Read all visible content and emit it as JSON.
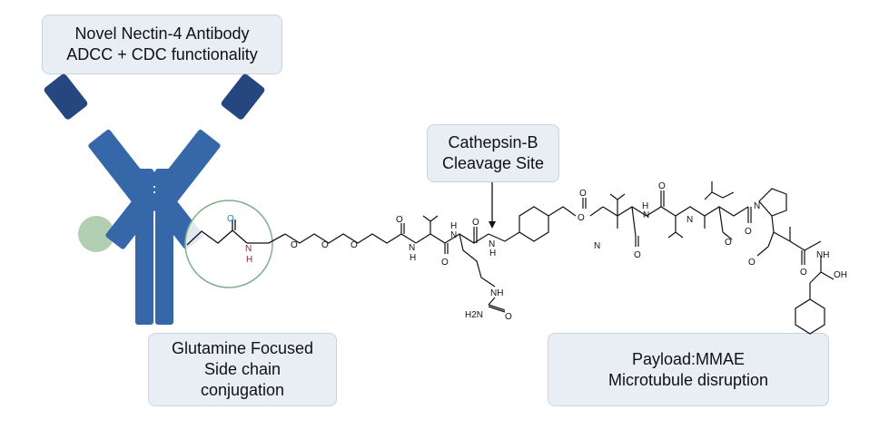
{
  "callouts": {
    "antibody": {
      "line1": "Novel Nectin-4 Antibody",
      "line2": "ADCC + CDC functionality"
    },
    "cathepsin": {
      "line1": "Cathepsin-B",
      "line2": "Cleavage Site"
    },
    "glutamine": {
      "line1": "Glutamine Focused",
      "line2": "Side chain",
      "line3": "conjugation"
    },
    "payload": {
      "line1": "Payload:MMAE",
      "line2": "Microtubule disruption"
    }
  },
  "atoms": {
    "o": "O",
    "n": "N",
    "h": "H",
    "nh": "NH",
    "oh": "OH",
    "h2n": "H2N"
  },
  "colors": {
    "antibody_blue": "#3567a9",
    "antibody_dark": "#25467e",
    "sphere_green": "#b2cfb4",
    "circle_stroke": "#7fb08a",
    "carbonyl_o": "#2a7fbf",
    "amide_n": "#8a1f45"
  }
}
